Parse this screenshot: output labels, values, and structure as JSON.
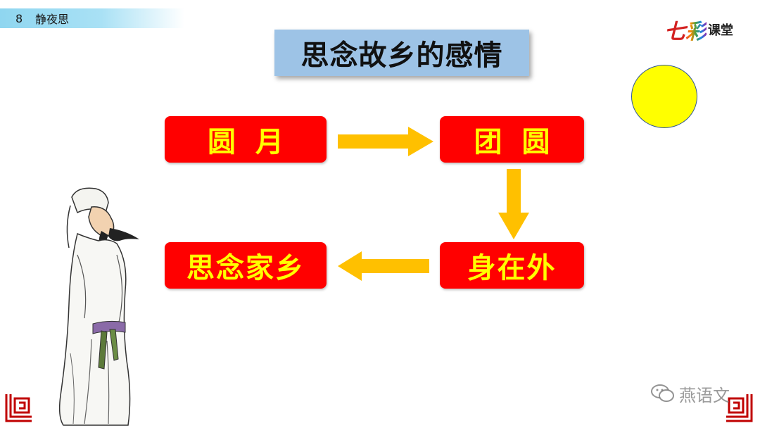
{
  "lesson": {
    "number": "8",
    "title": "静夜思"
  },
  "brand": {
    "part1": "七",
    "part2": "彩",
    "part3": "课堂"
  },
  "title": "思念故乡的感情",
  "flow": {
    "nodes": [
      "圆月",
      "团圆",
      "身在外",
      "思念家乡"
    ]
  },
  "colors": {
    "node_fill": "#ff0000",
    "node_text": "#ffff00",
    "arrow": "#ffc000",
    "title_fill": "#9dc3e6",
    "moon": "#ffff00",
    "corner_ornament": "#c00000"
  },
  "icons": {
    "moon": "moon-icon",
    "poet": "poet-illustration",
    "wechat": "wechat-icon",
    "ornament": "corner-ornament-icon"
  },
  "watermark": {
    "text": "燕语文"
  }
}
